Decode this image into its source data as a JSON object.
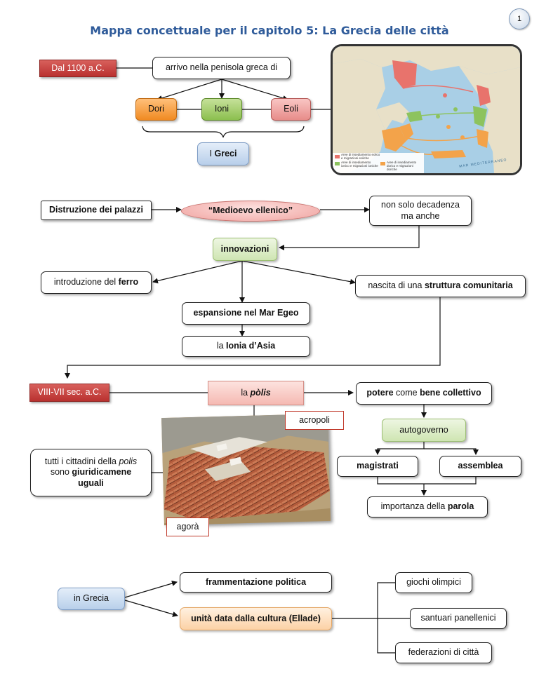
{
  "page_number": "1",
  "title": "Mappa concettuale per il capitolo 5: La Grecia delle città",
  "section1": {
    "date": "Dal 1100 a.C.",
    "arrival": "arrivo nella penisola greca di",
    "dori": "Dori",
    "ioni": "Ioni",
    "eoli": "Eoli",
    "greci_prefix": "I ",
    "greci_bold": "Greci"
  },
  "map": {
    "legend_1": "Aree di insediamento eolico e migrazioni eoliche",
    "legend_2": "Aree di insediamento ionico e migrazioni ioniche",
    "legend_3": "Aree di insediamento dorico e migrazioni doriche",
    "sea_label": "MAR MEDITERRANEO"
  },
  "section2": {
    "destruction": "Distruzione dei palazzi",
    "medioevo": "“Medioevo ellenico”",
    "decadenza_line1": "non solo decadenza",
    "decadenza_line2": "ma anche",
    "innovazioni": "innovazioni",
    "ferro_prefix": "introduzione del ",
    "ferro_bold": "ferro",
    "struttura_prefix": "nascita di una ",
    "struttura_bold": "struttura comunitaria",
    "espansione": "espansione nel Mar Egeo",
    "ionia_prefix": "la ",
    "ionia_bold": "Ionia d’Asia"
  },
  "section3": {
    "date": "VIII-VII sec. a.C.",
    "polis_prefix": "la ",
    "polis_bold": "pòlis",
    "potere_bold1": "potere",
    "potere_mid": " come ",
    "potere_bold2": "bene collettivo",
    "autogoverno": "autogoverno",
    "magistrati": "magistrati",
    "assemblea": "assemblea",
    "parola_prefix": "importanza della ",
    "parola_bold": "parola",
    "acropoli": "acropoli",
    "agora": "agorà",
    "cittadini_line1_prefix": "tutti i cittadini della ",
    "cittadini_line1_italic": "polis",
    "cittadini_line2_prefix": "sono ",
    "cittadini_line2_bold": "giuridicamene",
    "cittadini_line3_bold": "uguali"
  },
  "section4": {
    "in_grecia": "in Grecia",
    "frammentazione": "frammentazione politica",
    "unita": "unità data dalla cultura (Ellade)",
    "giochi": "giochi olimpici",
    "santuari": "santuari panellenici",
    "federazioni": "federazioni di città"
  }
}
